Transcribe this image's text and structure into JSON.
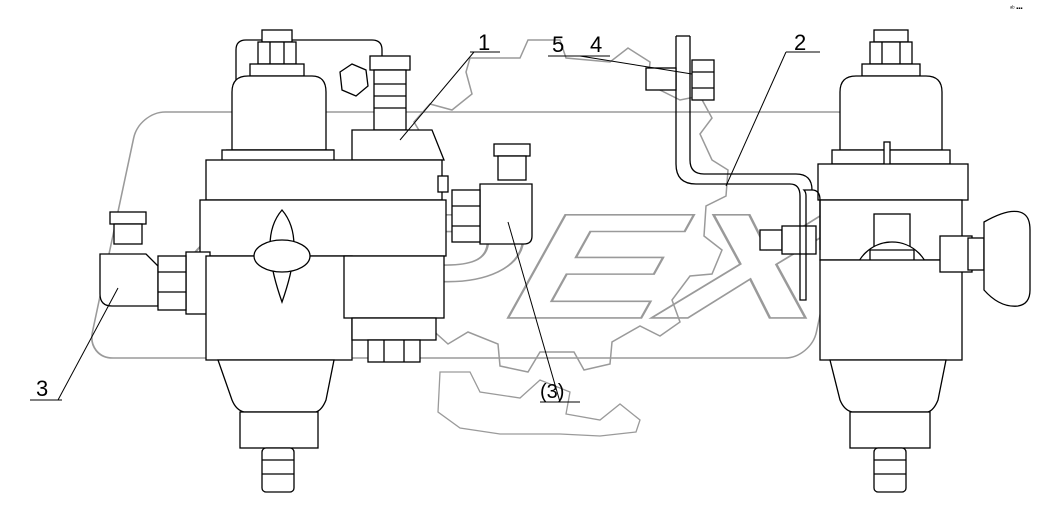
{
  "callouts": {
    "c1": "1",
    "c2": "2",
    "c3": "3",
    "c3b": "(3)",
    "c4": "4",
    "c5": "5"
  },
  "corner_mark": "ᵃᵇ ▪▪▪",
  "watermark": {
    "text": "OPEX",
    "color": "#9a9a9a"
  },
  "colors": {
    "line": "#000000",
    "background": "#ffffff"
  }
}
